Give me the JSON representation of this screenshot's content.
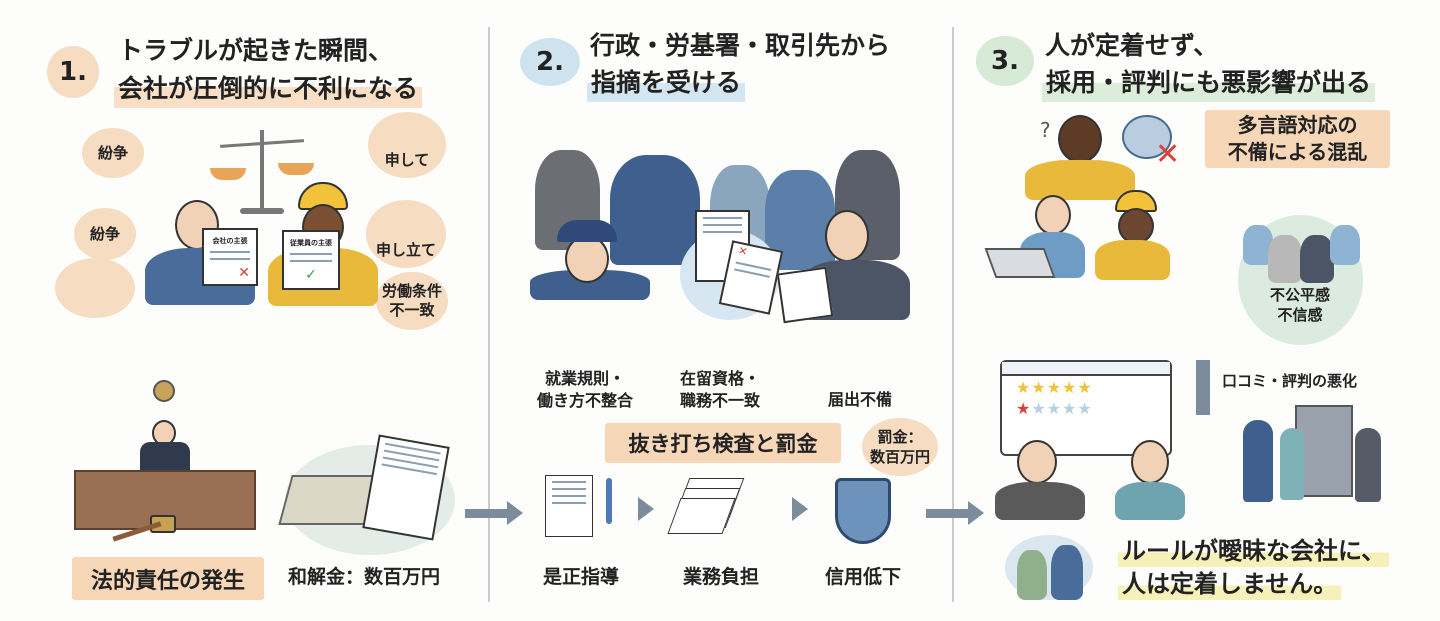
{
  "panel1": {
    "number": "1.",
    "title_line1": "トラブルが起きた瞬間、",
    "title_line2": "会社が圧倒的に不利になる",
    "bubbles": [
      "紛争",
      "紛争",
      "申して",
      "申し立て",
      "労働条件\n不一致"
    ],
    "doc_company": "会社の主張",
    "doc_employee": "従業員の主張",
    "label_legal": "法的責任の発生",
    "label_settlement": "和解金：数百万円",
    "colors": {
      "accent": "#f6dcc0"
    }
  },
  "panel2": {
    "number": "2.",
    "title_line1": "行政・労基署・取引先から",
    "title_line2": "指摘を受ける",
    "issues": [
      "就業規則・\n働き方不整合",
      "在留資格・\n職務不一致",
      "届出不備"
    ],
    "inspection_label": "抜き打ち検査と罰金",
    "fine_bubble": "罰金：\n数百万円",
    "steps": [
      "是正指導",
      "業務負担",
      "信用低下"
    ],
    "colors": {
      "accent": "#cfe3ef"
    }
  },
  "panel3": {
    "number": "3.",
    "title_line1": "人が定着せず、",
    "title_line2": "採用・評判にも悪影響が出る",
    "multilingual_label": "多言語対応の\n不備による混乱",
    "distrust_label": "不公平感\n不信感",
    "reputation_label": "口コミ・評判の悪化",
    "conclusion_line1": "ルールが曖昧な会社に、",
    "conclusion_line2": "人は定着しません。",
    "colors": {
      "accent": "#d6ead5",
      "highlight": "#f7f0b8"
    }
  }
}
